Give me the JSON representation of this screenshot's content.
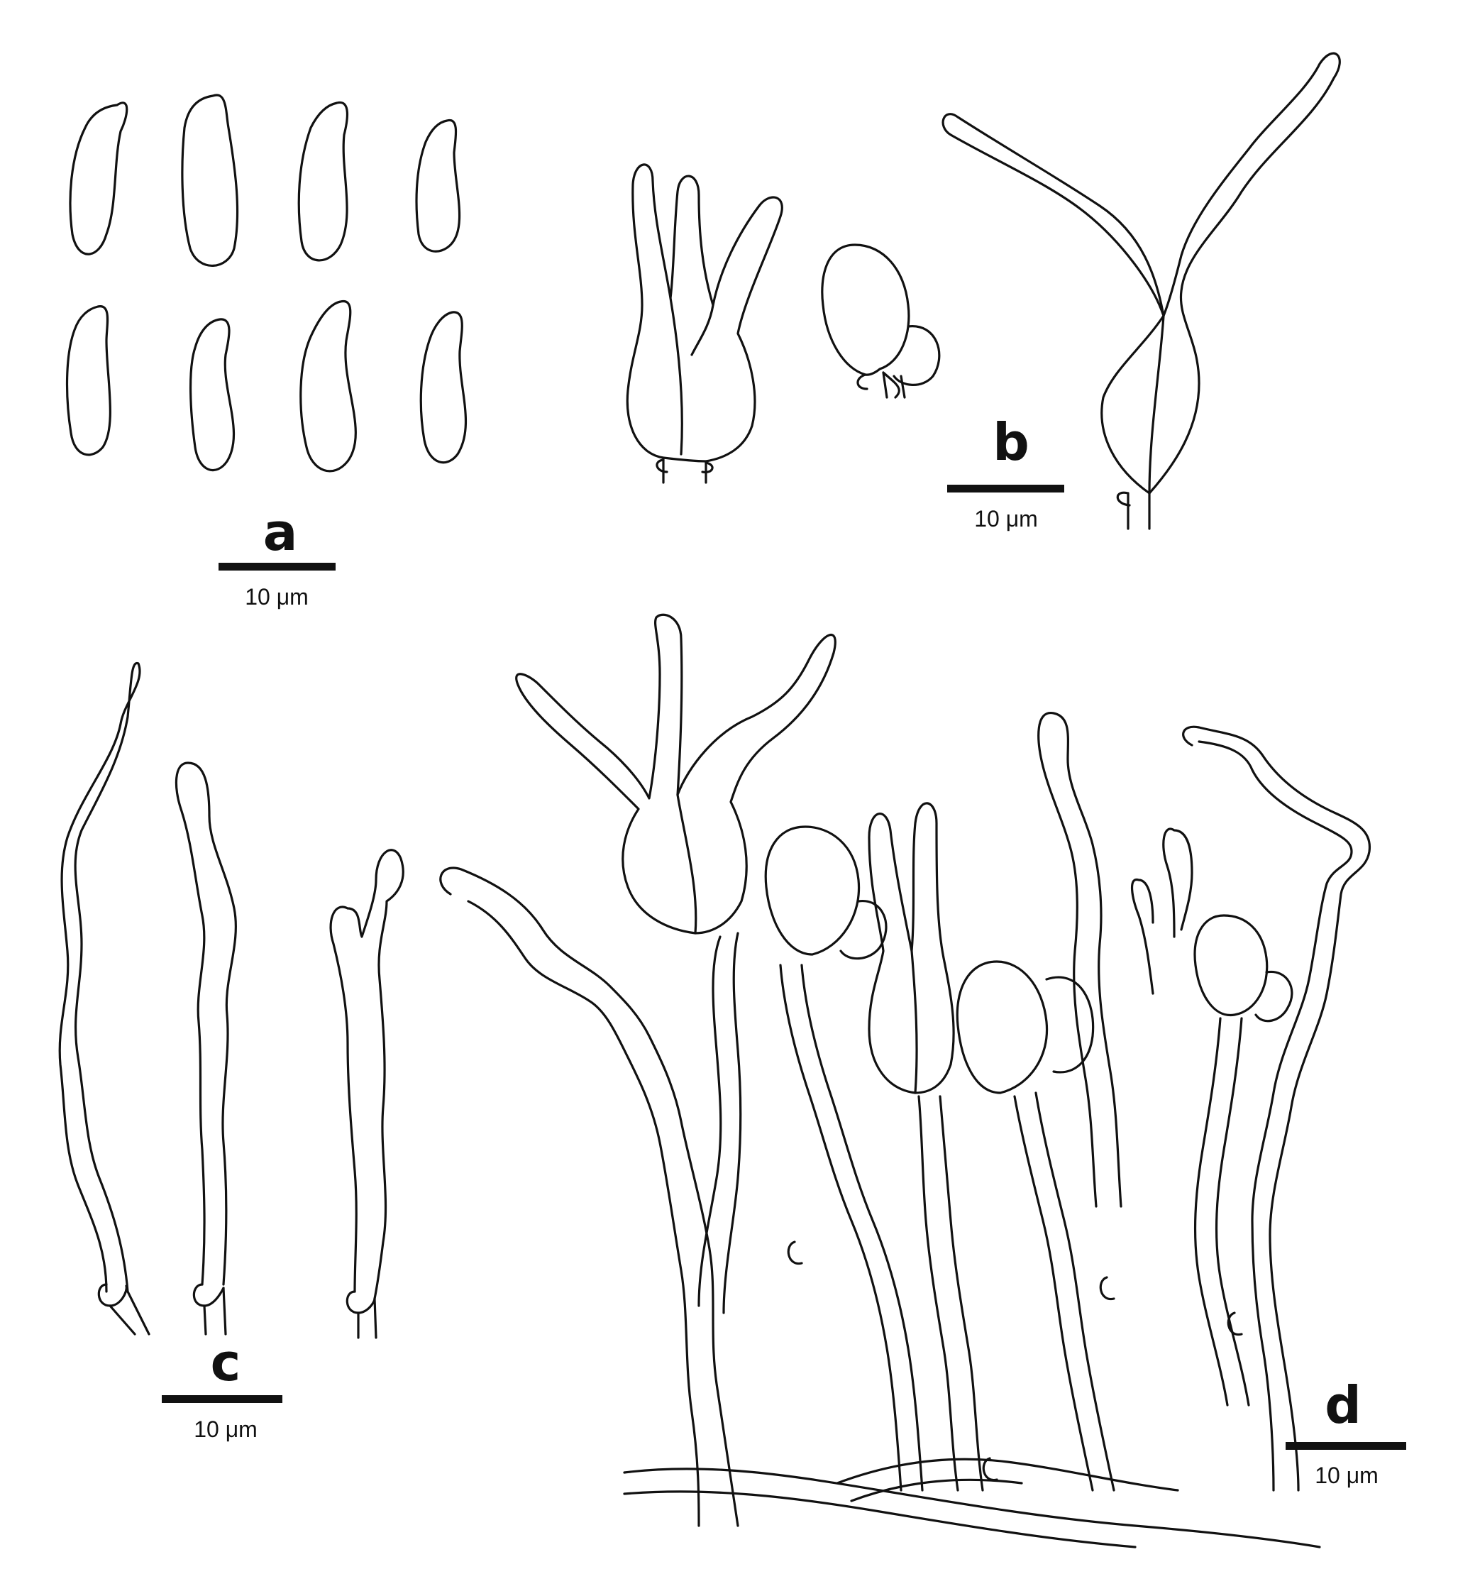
{
  "panels": [
    {
      "letter": "a",
      "scale": "10 μm"
    },
    {
      "letter": "b",
      "scale": "10 μm"
    },
    {
      "letter": "c",
      "scale": "10 μm"
    },
    {
      "letter": "d",
      "scale": "10 μm"
    }
  ],
  "colors": {
    "ink": "#111111",
    "paper": "#ffffff"
  }
}
